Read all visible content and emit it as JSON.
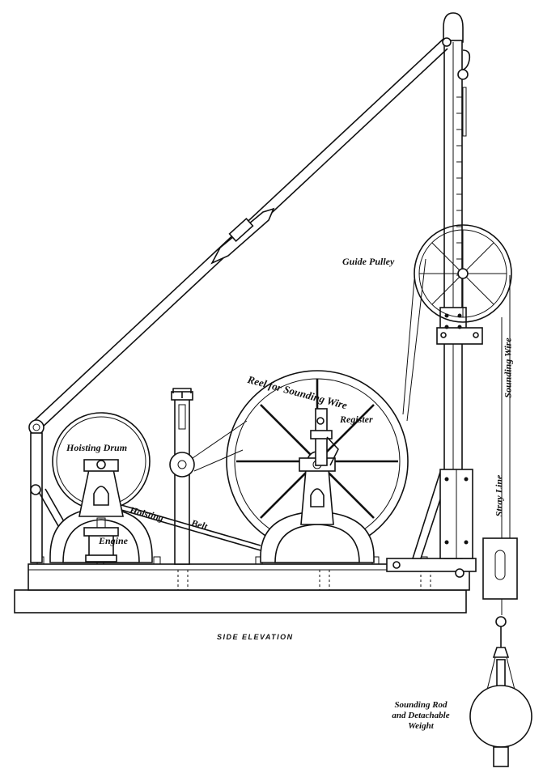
{
  "labels": {
    "guide_pulley": "Guide Pulley",
    "reel": "Reel for Sounding Wire",
    "register": "Register",
    "hoisting_drum": "Hoisting Drum",
    "hoisting_belt": "Hoisting",
    "belt": "Belt",
    "engine": "Engine",
    "sounding_wire": "Sounding Wire",
    "stray_line": "Stray Line",
    "sounding_rod": [
      "Sounding Rod",
      "and Detachable",
      "Weight"
    ]
  },
  "caption": "SIDE ELEVATION",
  "colors": {
    "ink": "#111111",
    "paper": "#ffffff"
  }
}
